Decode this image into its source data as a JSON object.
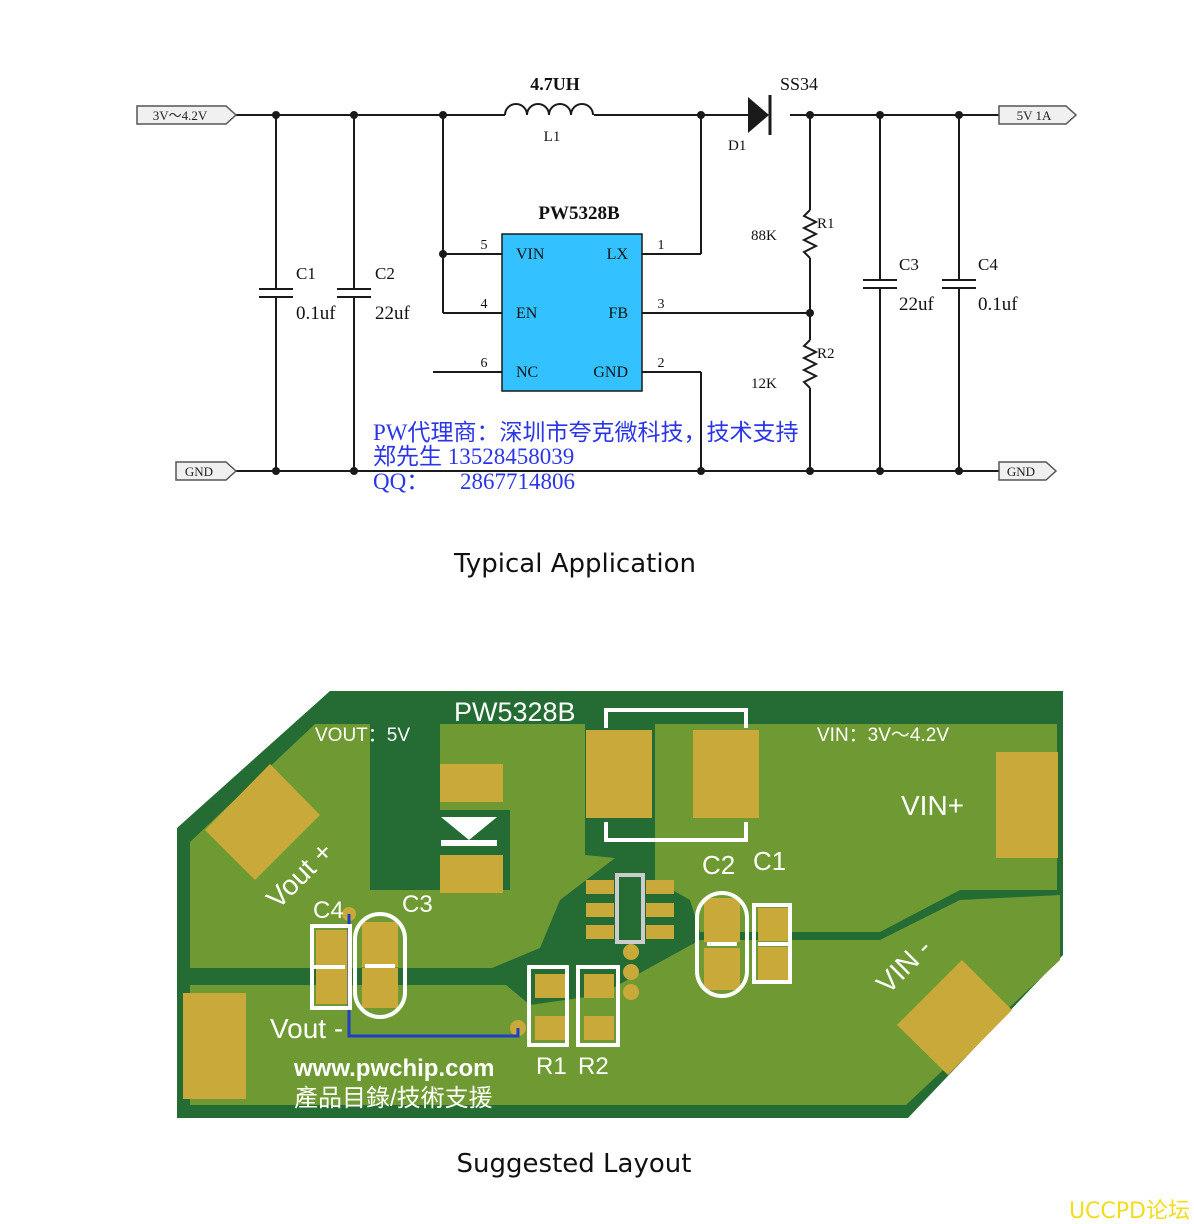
{
  "schematic": {
    "ports": {
      "vin": "3V～4.2V",
      "gnd_left": "GND",
      "vout": "5V 1A",
      "gnd_right": "GND"
    },
    "inductor": {
      "value": "4.7UH",
      "ref": "L1"
    },
    "diode": {
      "part": "SS34",
      "ref": "D1"
    },
    "ic": {
      "name": "PW5328B",
      "pins": [
        {
          "num": "5",
          "name": "VIN"
        },
        {
          "num": "4",
          "name": "EN"
        },
        {
          "num": "6",
          "name": "NC"
        },
        {
          "num": "1",
          "name": "LX"
        },
        {
          "num": "3",
          "name": "FB"
        },
        {
          "num": "2",
          "name": "GND"
        }
      ]
    },
    "capacitors": [
      {
        "ref": "C1",
        "value": "0.1uf"
      },
      {
        "ref": "C2",
        "value": "22uf"
      },
      {
        "ref": "C3",
        "value": "22uf"
      },
      {
        "ref": "C4",
        "value": "0.1uf"
      }
    ],
    "resistors": [
      {
        "ref": "R1",
        "value": "88K"
      },
      {
        "ref": "R2",
        "value": "12K"
      }
    ],
    "watermark": {
      "line1": "PW代理商：深圳市夸克微科技，技术支持",
      "line2": "郑先生 13528458039",
      "line3_label": "QQ：",
      "line3_value": "2867714806"
    }
  },
  "captions": {
    "top": "Typical Application",
    "bottom": "Suggested Layout"
  },
  "layout_board": {
    "chip": "PW5328B",
    "vout_label": "VOUT：5V",
    "vin_label": "VIN：3V～4.2V",
    "vin_plus": "VIN+",
    "vin_minus": "VIN -",
    "vout_plus": "Vout +",
    "vout_minus": "Vout -",
    "c1": "C1",
    "c2": "C2",
    "c3": "C3",
    "c4": "C4",
    "r1": "R1",
    "r2": "R2",
    "url": "www.pwchip.com",
    "support": "產品目錄/技術支援",
    "colors": {
      "board_dark": "#246b34",
      "copper": "#6f9a33",
      "pad": "#c8a93a",
      "silk": "#ffffff",
      "trace": "#1f3fc8"
    }
  },
  "footer_watermark": "UCCPD论坛"
}
